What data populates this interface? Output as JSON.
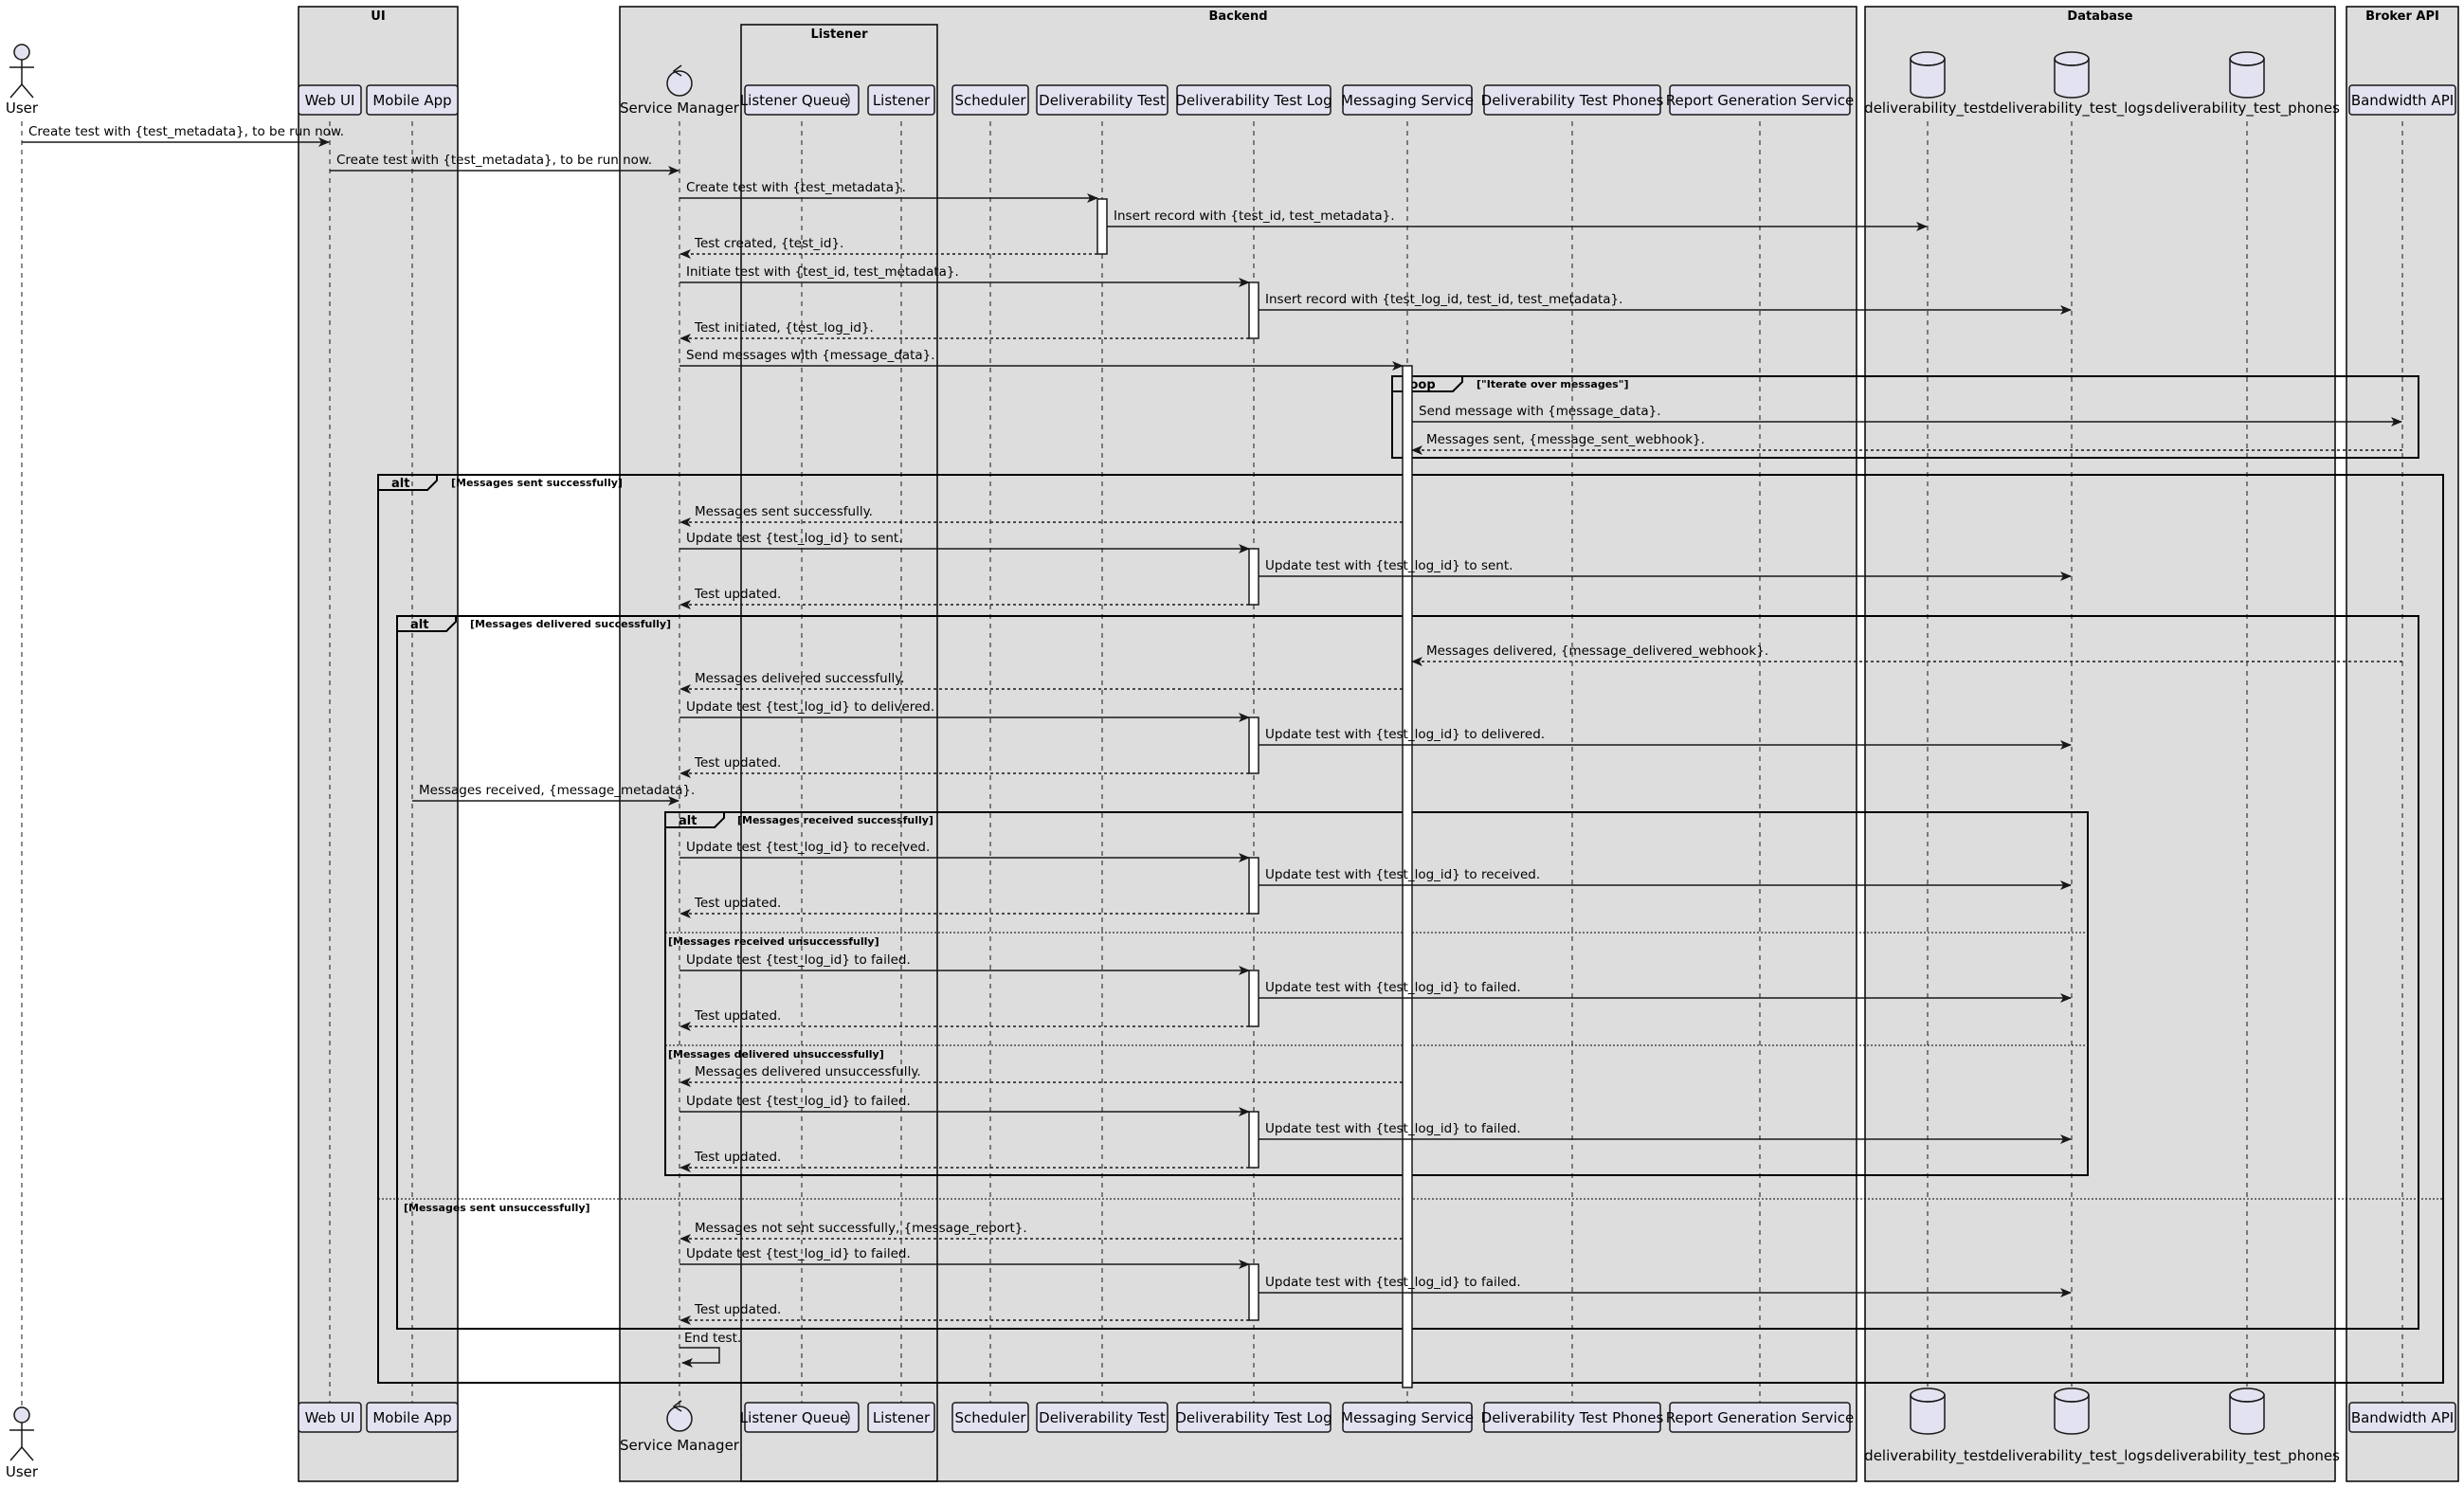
{
  "boxes": [
    {
      "id": "ui",
      "title": "UI"
    },
    {
      "id": "listener",
      "title": "Listener"
    },
    {
      "id": "backend",
      "title": "Backend"
    },
    {
      "id": "database",
      "title": "Database"
    },
    {
      "id": "broker",
      "title": "Broker API"
    }
  ],
  "participants": [
    {
      "id": "user",
      "label": "User",
      "kind": "actor"
    },
    {
      "id": "webui",
      "label": "Web UI",
      "kind": "participant"
    },
    {
      "id": "mobile",
      "label": "Mobile App",
      "kind": "participant"
    },
    {
      "id": "svcmgr",
      "label": "Service Manager",
      "kind": "control"
    },
    {
      "id": "lqueue",
      "label": "Listener Queue",
      "kind": "queue"
    },
    {
      "id": "listener",
      "label": "Listener",
      "kind": "participant"
    },
    {
      "id": "scheduler",
      "label": "Scheduler",
      "kind": "participant"
    },
    {
      "id": "dtest",
      "label": "Deliverability Test",
      "kind": "participant"
    },
    {
      "id": "dtlog",
      "label": "Deliverability Test Log",
      "kind": "participant"
    },
    {
      "id": "msgsvc",
      "label": "Messaging Service",
      "kind": "participant"
    },
    {
      "id": "dtphones",
      "label": "Deliverability Test Phones",
      "kind": "participant"
    },
    {
      "id": "rgs",
      "label": "Report Generation Service",
      "kind": "participant"
    },
    {
      "id": "db_dt",
      "label": "deliverability_test",
      "kind": "database"
    },
    {
      "id": "db_dtl",
      "label": "deliverability_test_logs",
      "kind": "database"
    },
    {
      "id": "db_dtp",
      "label": "deliverability_test_phones",
      "kind": "database"
    },
    {
      "id": "bw",
      "label": "Bandwidth API",
      "kind": "participant"
    }
  ],
  "messages": [
    {
      "from": "user",
      "to": "webui",
      "text": "Create test with {test_metadata}, to be run now.",
      "dashed": false
    },
    {
      "from": "webui",
      "to": "svcmgr",
      "text": "Create test with {test_metadata}, to be run now.",
      "dashed": false
    },
    {
      "from": "svcmgr",
      "to": "dtest",
      "text": "Create test with {test_metadata}.",
      "dashed": false
    },
    {
      "from": "dtest",
      "to": "db_dt",
      "text": "Insert record with {test_id, test_metadata}.",
      "dashed": false
    },
    {
      "from": "dtest",
      "to": "svcmgr",
      "text": "Test created, {test_id}.",
      "dashed": true
    },
    {
      "from": "svcmgr",
      "to": "dtlog",
      "text": "Initiate test with {test_id, test_metadata}.",
      "dashed": false
    },
    {
      "from": "dtlog",
      "to": "db_dtl",
      "text": "Insert record with {test_log_id, test_id, test_metadata}.",
      "dashed": false
    },
    {
      "from": "dtlog",
      "to": "svcmgr",
      "text": "Test initiated, {test_log_id}.",
      "dashed": true
    },
    {
      "from": "svcmgr",
      "to": "msgsvc",
      "text": "Send messages with {message_data}.",
      "dashed": false
    },
    {
      "from": "msgsvc",
      "to": "bw",
      "text": "Send message with {message_data}.",
      "dashed": false
    },
    {
      "from": "bw",
      "to": "msgsvc",
      "text": "Messages sent, {message_sent_webhook}.",
      "dashed": true
    },
    {
      "from": "msgsvc",
      "to": "svcmgr",
      "text": "Messages sent successfully.",
      "dashed": true
    },
    {
      "from": "svcmgr",
      "to": "dtlog",
      "text": "Update test {test_log_id} to sent.",
      "dashed": false
    },
    {
      "from": "dtlog",
      "to": "db_dtl",
      "text": "Update test with {test_log_id} to sent.",
      "dashed": false
    },
    {
      "from": "dtlog",
      "to": "svcmgr",
      "text": "Test updated.",
      "dashed": true
    },
    {
      "from": "bw",
      "to": "msgsvc",
      "text": "Messages delivered, {message_delivered_webhook}.",
      "dashed": true
    },
    {
      "from": "msgsvc",
      "to": "svcmgr",
      "text": "Messages delivered successfully.",
      "dashed": true
    },
    {
      "from": "svcmgr",
      "to": "dtlog",
      "text": "Update test {test_log_id} to delivered.",
      "dashed": false
    },
    {
      "from": "dtlog",
      "to": "db_dtl",
      "text": "Update test with {test_log_id} to delivered.",
      "dashed": false
    },
    {
      "from": "dtlog",
      "to": "svcmgr",
      "text": "Test updated.",
      "dashed": true
    },
    {
      "from": "mobile",
      "to": "svcmgr",
      "text": "Messages received, {message_metadata}.",
      "dashed": false
    },
    {
      "from": "svcmgr",
      "to": "dtlog",
      "text": "Update test {test_log_id} to received.",
      "dashed": false
    },
    {
      "from": "dtlog",
      "to": "db_dtl",
      "text": "Update test with {test_log_id} to received.",
      "dashed": false
    },
    {
      "from": "dtlog",
      "to": "svcmgr",
      "text": "Test updated.",
      "dashed": true
    },
    {
      "from": "svcmgr",
      "to": "dtlog",
      "text": "Update test {test_log_id} to failed.",
      "dashed": false
    },
    {
      "from": "dtlog",
      "to": "db_dtl",
      "text": "Update test with {test_log_id} to failed.",
      "dashed": false
    },
    {
      "from": "dtlog",
      "to": "svcmgr",
      "text": "Test updated.",
      "dashed": true
    },
    {
      "from": "msgsvc",
      "to": "svcmgr",
      "text": "Messages delivered unsuccessfully.",
      "dashed": true
    },
    {
      "from": "svcmgr",
      "to": "dtlog",
      "text": "Update test {test_log_id} to failed.",
      "dashed": false
    },
    {
      "from": "dtlog",
      "to": "db_dtl",
      "text": "Update test with {test_log_id} to failed.",
      "dashed": false
    },
    {
      "from": "dtlog",
      "to": "svcmgr",
      "text": "Test updated.",
      "dashed": true
    },
    {
      "from": "msgsvc",
      "to": "svcmgr",
      "text": "Messages not sent successfully, {message_report}.",
      "dashed": true
    },
    {
      "from": "svcmgr",
      "to": "dtlog",
      "text": "Update test {test_log_id} to failed.",
      "dashed": false
    },
    {
      "from": "dtlog",
      "to": "db_dtl",
      "text": "Update test with {test_log_id} to failed.",
      "dashed": false
    },
    {
      "from": "dtlog",
      "to": "svcmgr",
      "text": "Test updated.",
      "dashed": true
    },
    {
      "from": "svcmgr",
      "to": "svcmgr",
      "text": "End test.",
      "dashed": false
    }
  ],
  "frames": [
    {
      "keyword": "loop",
      "guard": "[\"Iterate over messages\"]"
    },
    {
      "keyword": "alt",
      "guard": "[Messages sent successfully]",
      "else": [
        "[Messages sent unsuccessfully]"
      ]
    },
    {
      "keyword": "alt",
      "guard": "[Messages delivered successfully]"
    },
    {
      "keyword": "alt",
      "guard": "[Messages received successfully]",
      "else": [
        "[Messages received unsuccessfully]",
        "[Messages delivered unsuccessfully]"
      ]
    }
  ],
  "colors": {
    "group_fill": "#dddddd",
    "participant_fill": "#e2e2f0",
    "line": "#181818",
    "lifeline": "#181818"
  }
}
